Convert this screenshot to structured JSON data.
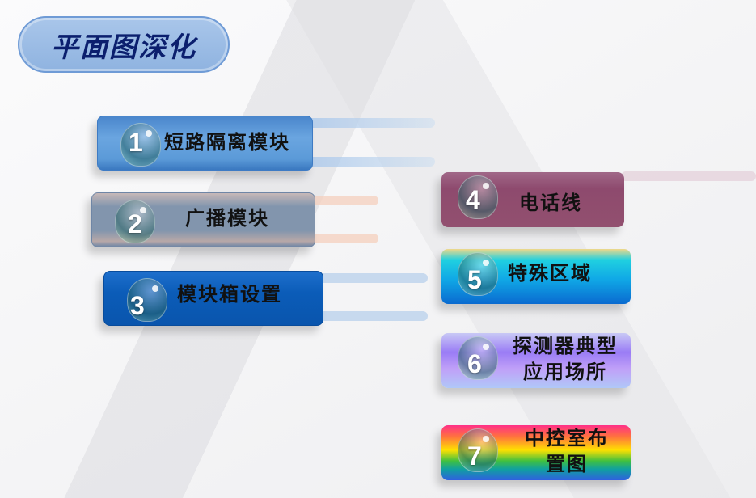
{
  "title": "平面图深化",
  "items": [
    {
      "num": "1",
      "label": "短路隔离模块",
      "color": "#5b9ad8"
    },
    {
      "num": "2",
      "label": "广播模块",
      "color": "#8295ad"
    },
    {
      "num": "3",
      "label": "模块箱设置",
      "color": "#0b5cb8"
    },
    {
      "num": "4",
      "label": "电话线",
      "color": "#8e4a6e"
    },
    {
      "num": "5",
      "label": "特殊区域",
      "color": "#14a8e0"
    },
    {
      "num": "6",
      "label_line1": "探测器典型",
      "label_line2": "应用场所",
      "color": "#a88cf5"
    },
    {
      "num": "7",
      "label_line1": "中控室布",
      "label_line2": "置图",
      "color": "#f5a623"
    }
  ]
}
